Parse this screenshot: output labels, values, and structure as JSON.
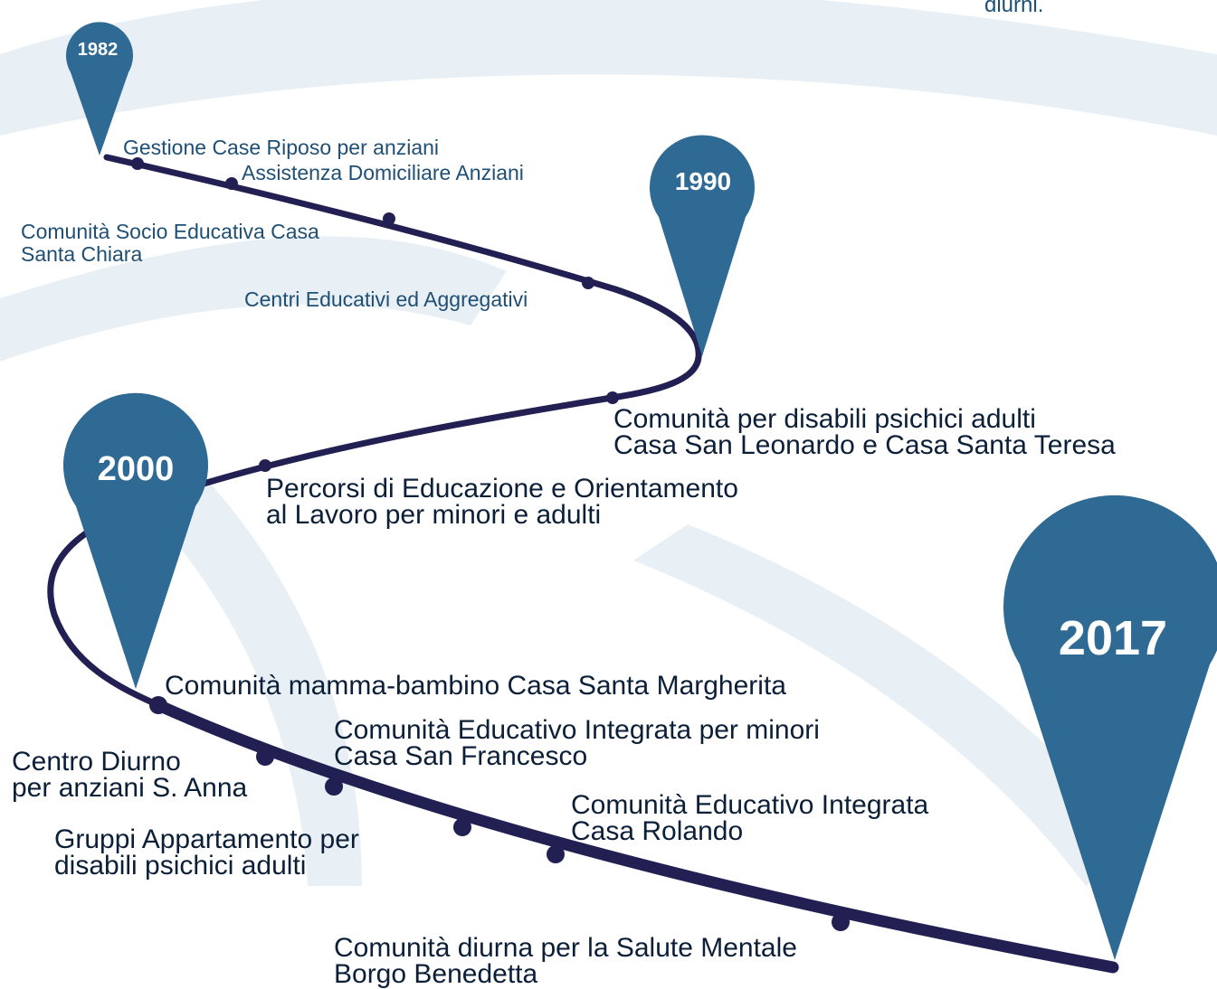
{
  "colors": {
    "background": "#ffffff",
    "watermark": "#e6eef3",
    "pin": "#2e6a93",
    "path": "#221f52",
    "label_small": "#1f4f74",
    "label_large": "#0c1f38"
  },
  "header_fragment": "diurni.",
  "pins": [
    {
      "id": "1982",
      "year": "1982"
    },
    {
      "id": "1990",
      "year": "1990"
    },
    {
      "id": "2000",
      "year": "2000"
    },
    {
      "id": "2017",
      "year": "2017"
    }
  ],
  "milestones": [
    {
      "lines": [
        "Gestione Case Riposo per anziani"
      ]
    },
    {
      "lines": [
        "Assistenza Domiciliare Anziani"
      ]
    },
    {
      "lines": [
        "Comunità Socio Educativa Casa",
        "Santa Chiara"
      ]
    },
    {
      "lines": [
        "Centri Educativi ed Aggregativi"
      ]
    },
    {
      "lines": [
        "Comunità per disabili psichici adulti",
        "Casa San Leonardo e Casa Santa Teresa"
      ]
    },
    {
      "lines": [
        "Percorsi di Educazione e Orientamento",
        "al Lavoro per minori e adulti"
      ]
    },
    {
      "lines": [
        "Comunità mamma-bambino Casa Santa Margherita"
      ]
    },
    {
      "lines": [
        "Comunità Educativo Integrata per minori",
        "Casa San Francesco"
      ]
    },
    {
      "lines": [
        "Centro Diurno",
        "per anziani S. Anna"
      ]
    },
    {
      "lines": [
        "Comunità Educativo Integrata",
        "Casa Rolando"
      ]
    },
    {
      "lines": [
        "Gruppi Appartamento per",
        "disabili psichici adulti"
      ]
    },
    {
      "lines": [
        "Comunità diurna per la Salute Mentale",
        "Borgo Benedetta"
      ]
    }
  ]
}
